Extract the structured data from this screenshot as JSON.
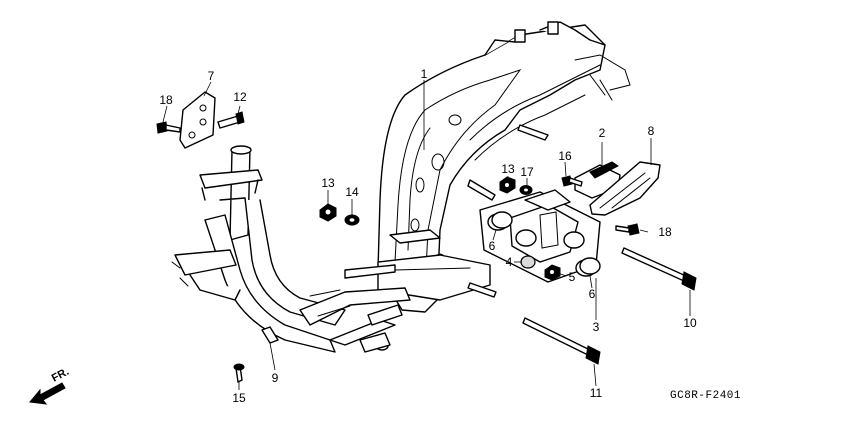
{
  "callouts": {
    "c1": "1",
    "c2": "2",
    "c3": "3",
    "c4": "4",
    "c5": "5",
    "c6a": "6",
    "c6b": "6",
    "c7": "7",
    "c8": "8",
    "c9": "9",
    "c10": "10",
    "c11": "11",
    "c12": "12",
    "c13a": "13",
    "c13b": "13",
    "c14": "14",
    "c15": "15",
    "c16": "16",
    "c17": "17",
    "c18a": "18",
    "c18b": "18"
  },
  "direction_label": "FR.",
  "diagram_code": "GC8R-F2401"
}
